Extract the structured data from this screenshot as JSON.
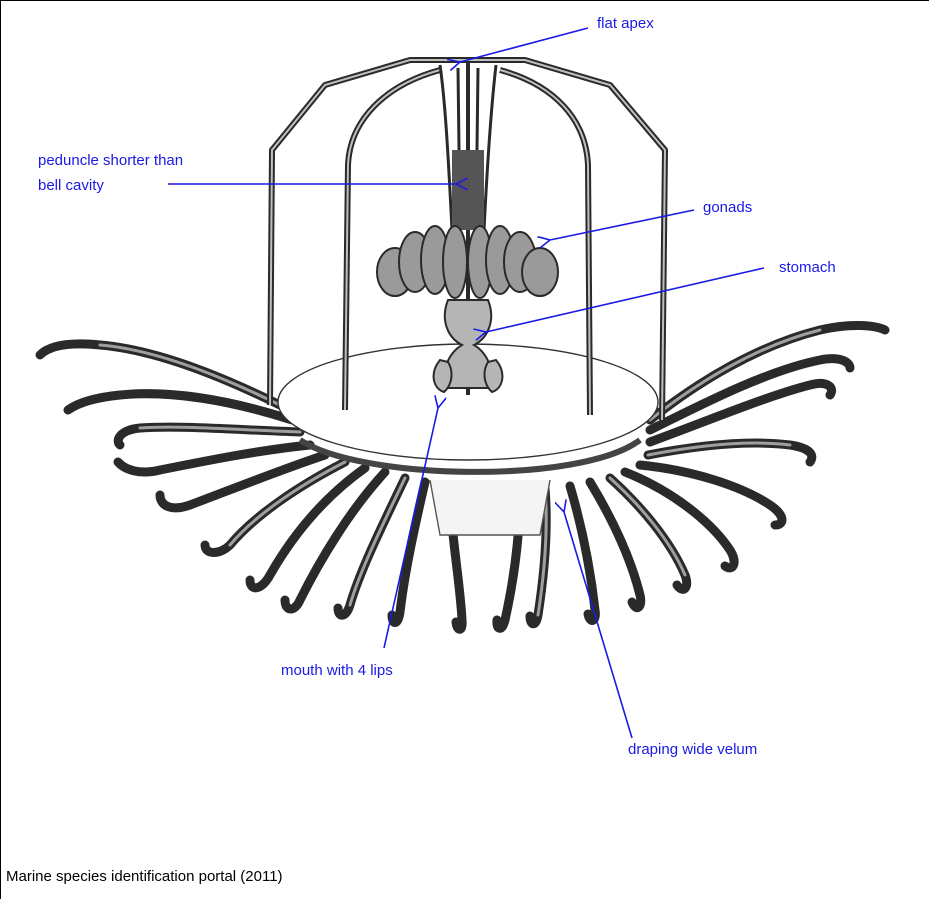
{
  "colors": {
    "annotation": "#1a1ae6",
    "drawing": "#222222",
    "background": "#ffffff"
  },
  "labels": {
    "flat_apex": "flat apex",
    "peduncle_line1": "peduncle shorter than",
    "peduncle_line2": "bell cavity",
    "gonads": "gonads",
    "stomach": "stomach",
    "mouth": "mouth with 4 lips",
    "velum": "draping wide velum"
  },
  "caption": "Marine species identification portal (2011)"
}
